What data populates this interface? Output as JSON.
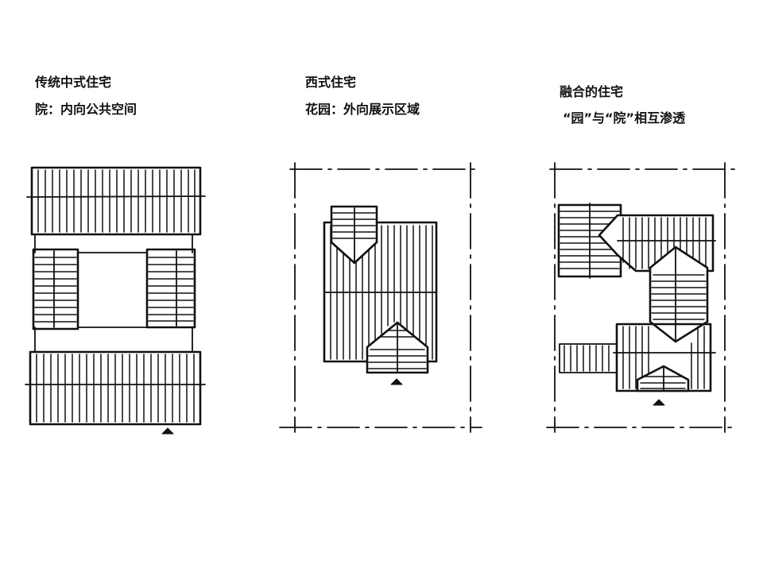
{
  "diagrams": [
    {
      "title": "传统中式住宅",
      "subtitle": "院：内向公共空间"
    },
    {
      "title": "西式住宅",
      "subtitle": "花园：外向展示区域"
    },
    {
      "title": "融合的住宅",
      "subtitle": "“园”与“院”相互渗透"
    }
  ],
  "style": {
    "ink_color": "#111111",
    "background": "#ffffff"
  }
}
